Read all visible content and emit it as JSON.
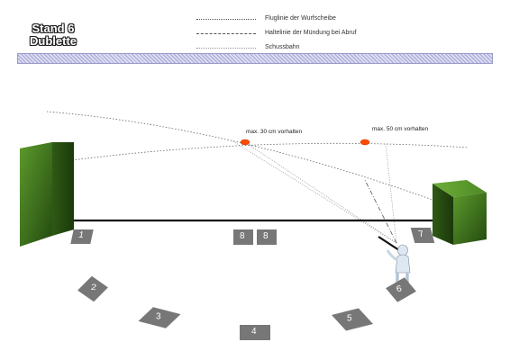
{
  "title": {
    "line1": "Stand 6",
    "line2": "Dublette"
  },
  "legend": {
    "items": [
      {
        "label": "Fluglinie der Wurfscheibe",
        "style": "dotted"
      },
      {
        "label": "Haltelinie der Mündung bei Abruf",
        "style": "dash-dot"
      },
      {
        "label": "Schussbahn",
        "style": "fine-dotted"
      }
    ]
  },
  "annotations": {
    "lead_left": "max. 30 cm vorhalten",
    "lead_right": "max. 50 cm vorhalten"
  },
  "stations": [
    "1",
    "2",
    "3",
    "4",
    "5",
    "8",
    "8",
    "6",
    "7"
  ],
  "colors": {
    "house": "#3d6b1f",
    "target": "#ff4a00",
    "station": "#777777",
    "hatch": "#dcdcf2"
  }
}
